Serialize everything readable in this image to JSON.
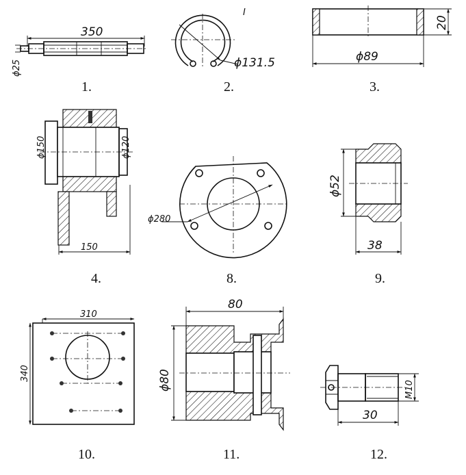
{
  "parts": [
    {
      "id": "p1",
      "number": "1.",
      "dims": {
        "length": "350",
        "diameter": "ϕ25"
      }
    },
    {
      "id": "p2",
      "number": "2.",
      "dims": {
        "diameter": "ϕ131.5",
        "mark": "I"
      }
    },
    {
      "id": "p3",
      "number": "3.",
      "dims": {
        "height": "20",
        "diameter": "ϕ89"
      }
    },
    {
      "id": "p4",
      "number": "4.",
      "dims": {
        "outer": "ϕ150",
        "inner": "ϕ120",
        "length": "150"
      }
    },
    {
      "id": "p8",
      "number": "8.",
      "dims": {
        "diameter": "ϕ280"
      }
    },
    {
      "id": "p9",
      "number": "9.",
      "dims": {
        "diameter": "ϕ52",
        "length": "38"
      }
    },
    {
      "id": "p10",
      "number": "10.",
      "dims": {
        "width": "310",
        "height": "340"
      }
    },
    {
      "id": "p11",
      "number": "11.",
      "dims": {
        "length": "80",
        "diameter": "ϕ80"
      }
    },
    {
      "id": "p12",
      "number": "12.",
      "dims": {
        "thread": "M10",
        "length": "30"
      }
    }
  ]
}
